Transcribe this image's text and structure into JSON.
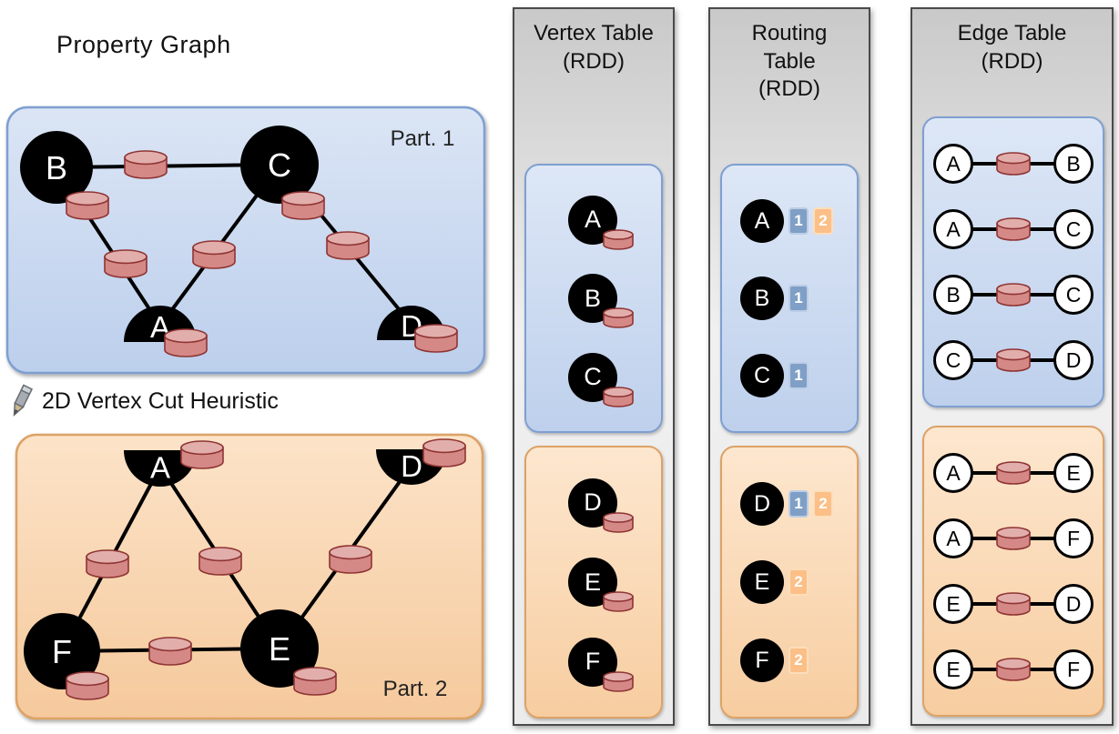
{
  "property_graph": {
    "title": "Property Graph",
    "cut_label": "2D Vertex Cut Heuristic",
    "partitions": [
      {
        "id": "part1",
        "label": "Part. 1",
        "vertices": [
          {
            "id": "B",
            "cut": false
          },
          {
            "id": "C",
            "cut": false
          },
          {
            "id": "A",
            "cut": true
          },
          {
            "id": "D",
            "cut": true
          }
        ],
        "edges": [
          [
            "B",
            "C"
          ],
          [
            "B",
            "A"
          ],
          [
            "C",
            "A"
          ],
          [
            "C",
            "D"
          ]
        ]
      },
      {
        "id": "part2",
        "label": "Part. 2",
        "vertices": [
          {
            "id": "A",
            "cut": true
          },
          {
            "id": "D",
            "cut": true
          },
          {
            "id": "F",
            "cut": false
          },
          {
            "id": "E",
            "cut": false
          }
        ],
        "edges": [
          [
            "A",
            "F"
          ],
          [
            "A",
            "E"
          ],
          [
            "F",
            "E"
          ],
          [
            "E",
            "D"
          ]
        ]
      }
    ]
  },
  "vertex_table": {
    "title_lines": [
      "Vertex Table",
      "(RDD)"
    ],
    "partition1_vertices": [
      "A",
      "B",
      "C"
    ],
    "partition2_vertices": [
      "D",
      "E",
      "F"
    ]
  },
  "routing_table": {
    "title_lines": [
      "Routing",
      "Table",
      "(RDD)"
    ],
    "partition1_rows": [
      {
        "vertex": "A",
        "badges": [
          {
            "label": "1",
            "style": "blue"
          },
          {
            "label": "2",
            "style": "orange"
          }
        ]
      },
      {
        "vertex": "B",
        "badges": [
          {
            "label": "1",
            "style": "blue"
          }
        ]
      },
      {
        "vertex": "C",
        "badges": [
          {
            "label": "1",
            "style": "blue"
          }
        ]
      }
    ],
    "partition2_rows": [
      {
        "vertex": "D",
        "badges": [
          {
            "label": "1",
            "style": "blue"
          },
          {
            "label": "2",
            "style": "orange"
          }
        ]
      },
      {
        "vertex": "E",
        "badges": [
          {
            "label": "2",
            "style": "orange"
          }
        ]
      },
      {
        "vertex": "F",
        "badges": [
          {
            "label": "2",
            "style": "orange"
          }
        ]
      }
    ]
  },
  "edge_table": {
    "title_lines": [
      "Edge Table",
      "(RDD)"
    ],
    "partition1_edges": [
      [
        "A",
        "B"
      ],
      [
        "A",
        "C"
      ],
      [
        "B",
        "C"
      ],
      [
        "C",
        "D"
      ]
    ],
    "partition2_edges": [
      [
        "A",
        "E"
      ],
      [
        "A",
        "F"
      ],
      [
        "E",
        "D"
      ],
      [
        "E",
        "F"
      ]
    ]
  },
  "colors": {
    "partition_blue_fill": "#c7d7ef",
    "partition_blue_border": "#7f9fd1",
    "partition_orange_fill": "#f8d3aa",
    "partition_orange_border": "#dca266",
    "cylinder_body": "#d48987",
    "cylinder_top": "#e2aeac",
    "cylinder_border": "#8f3433",
    "badge_blue": "#7f9fc6",
    "badge_orange": "#fbbf87",
    "vertex_black": "#000000",
    "edge_black": "#000000",
    "panel_gray": "#d9d9d9"
  }
}
